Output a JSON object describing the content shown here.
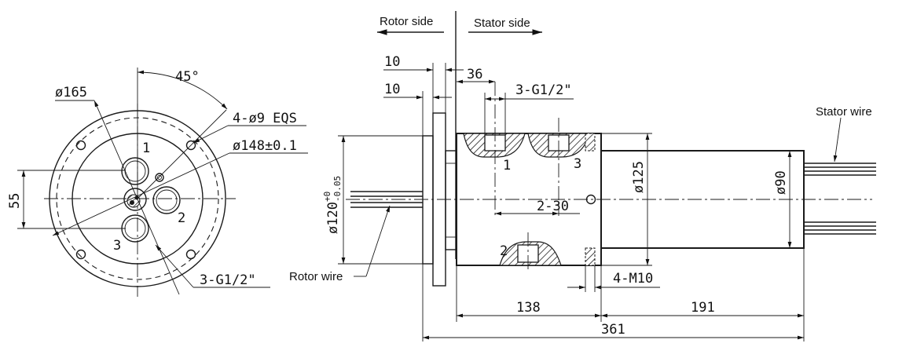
{
  "labels": {
    "rotor_side": "Rotor side",
    "stator_side": "Stator side",
    "rotor_wire": "Rotor wire",
    "stator_wire": "Stator wire"
  },
  "front_view": {
    "angle": "45°",
    "dia_outer": "ø165",
    "holes": "4-ø9 EQS",
    "pcd": "ø148±0.1",
    "height": "55",
    "port_1": "1",
    "port_2": "2",
    "port_3": "3",
    "ports": "3-G1/2\""
  },
  "side_view": {
    "flange_1": "10",
    "flange_2": "10",
    "offset": "36",
    "ports_top": "3-G1/2\"",
    "port_1": "1",
    "port_2": "2",
    "port_3": "3",
    "spacing": "2-30",
    "dia_120": "ø120",
    "dia_120_tol_upper": "+0",
    "dia_120_tol_lower": "-0.05",
    "dia_125": "ø125",
    "dia_90": "ø90",
    "screws": "4-M10",
    "len_138": "138",
    "len_191": "191",
    "len_361": "361"
  }
}
